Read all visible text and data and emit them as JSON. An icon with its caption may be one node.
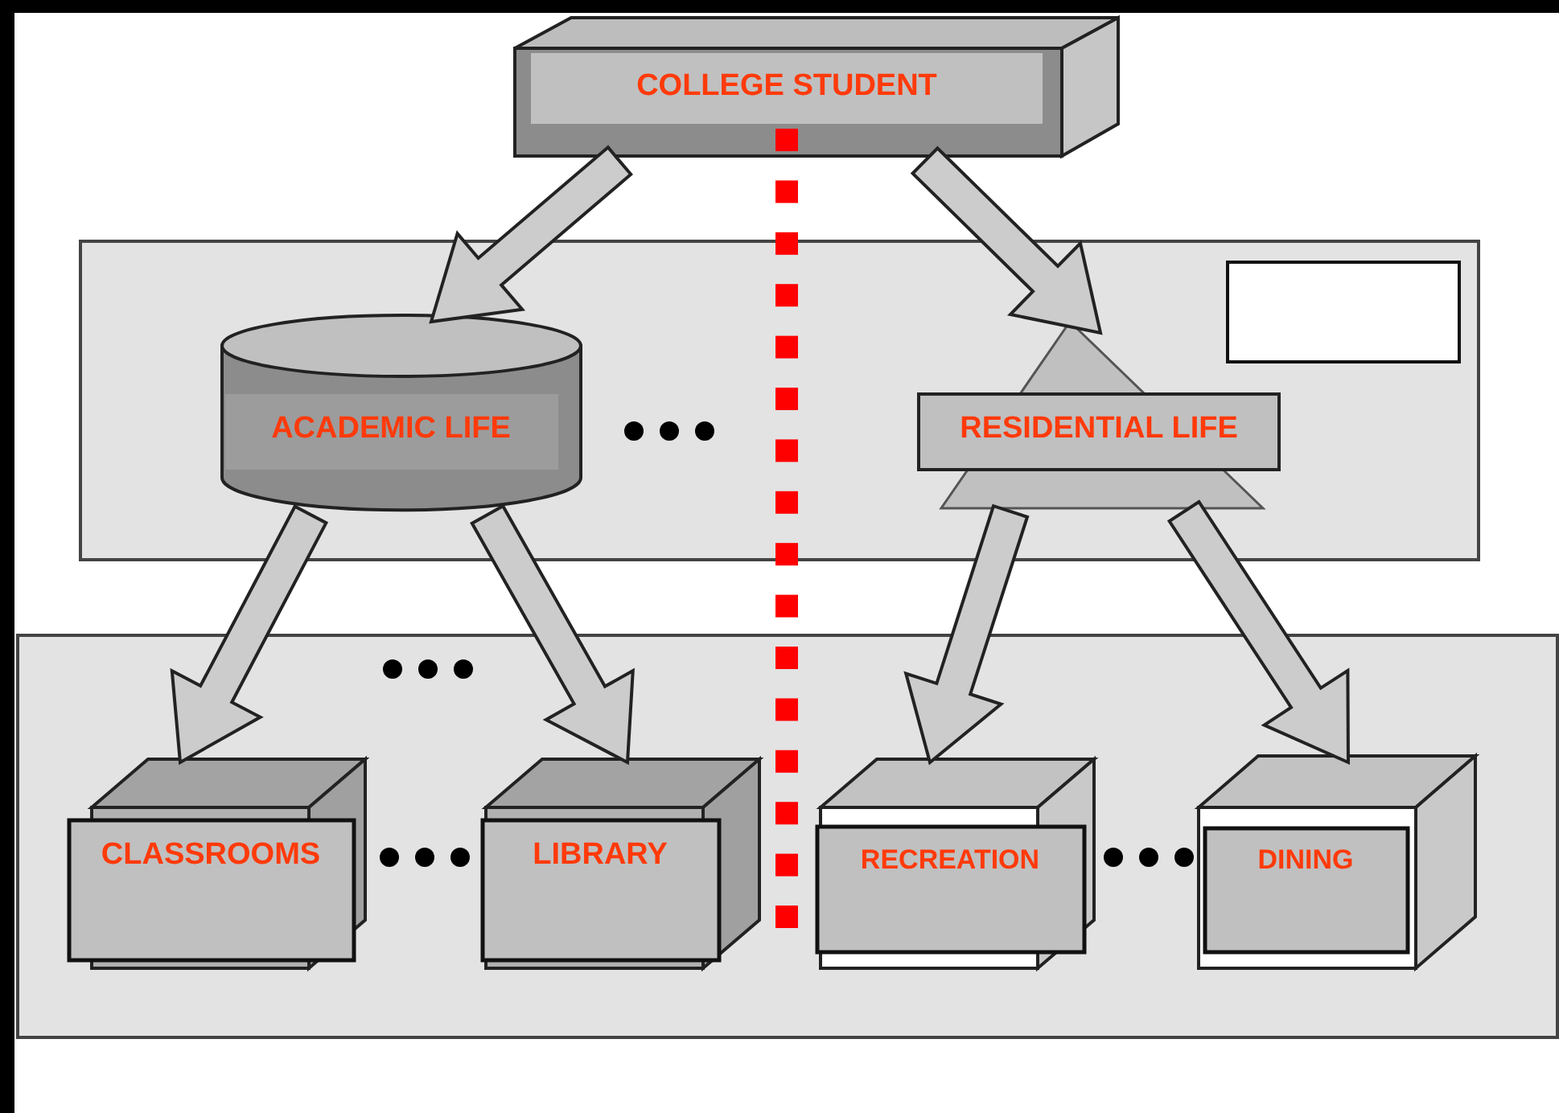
{
  "diagram": {
    "nodes": [
      {
        "text": [
          "COLLEGE STUDENT"
        ]
      },
      {
        "text": [],
        "shape": "box"
      },
      {
        "text": [
          "ACADEMIC LIFE"
        ],
        "in": 1
      },
      {
        "text": [
          "RESIDENTIAL LIFE"
        ],
        "in": 1
      },
      {
        "text": [],
        "shape": "box",
        "in": 1
      },
      {
        "text": [],
        "shape": "box"
      },
      {
        "text": [
          "CLASSROOMS"
        ],
        "in": 5
      },
      {
        "text": [
          "LIBRARY"
        ],
        "in": 5
      },
      {
        "text": [
          "RECREATION"
        ],
        "in": 5
      },
      {
        "text": [
          "DINING"
        ],
        "in": 5
      }
    ],
    "edges": [
      {
        "from": 0,
        "to": 2,
        "arrow": "to"
      },
      {
        "from": 0,
        "to": 3,
        "arrow": "to"
      },
      {
        "from": 2,
        "to": 6,
        "arrow": "to"
      },
      {
        "from": 2,
        "to": 7,
        "arrow": "to"
      },
      {
        "from": 3,
        "to": 8,
        "arrow": "to"
      },
      {
        "from": 3,
        "to": 9,
        "arrow": "to"
      }
    ]
  }
}
